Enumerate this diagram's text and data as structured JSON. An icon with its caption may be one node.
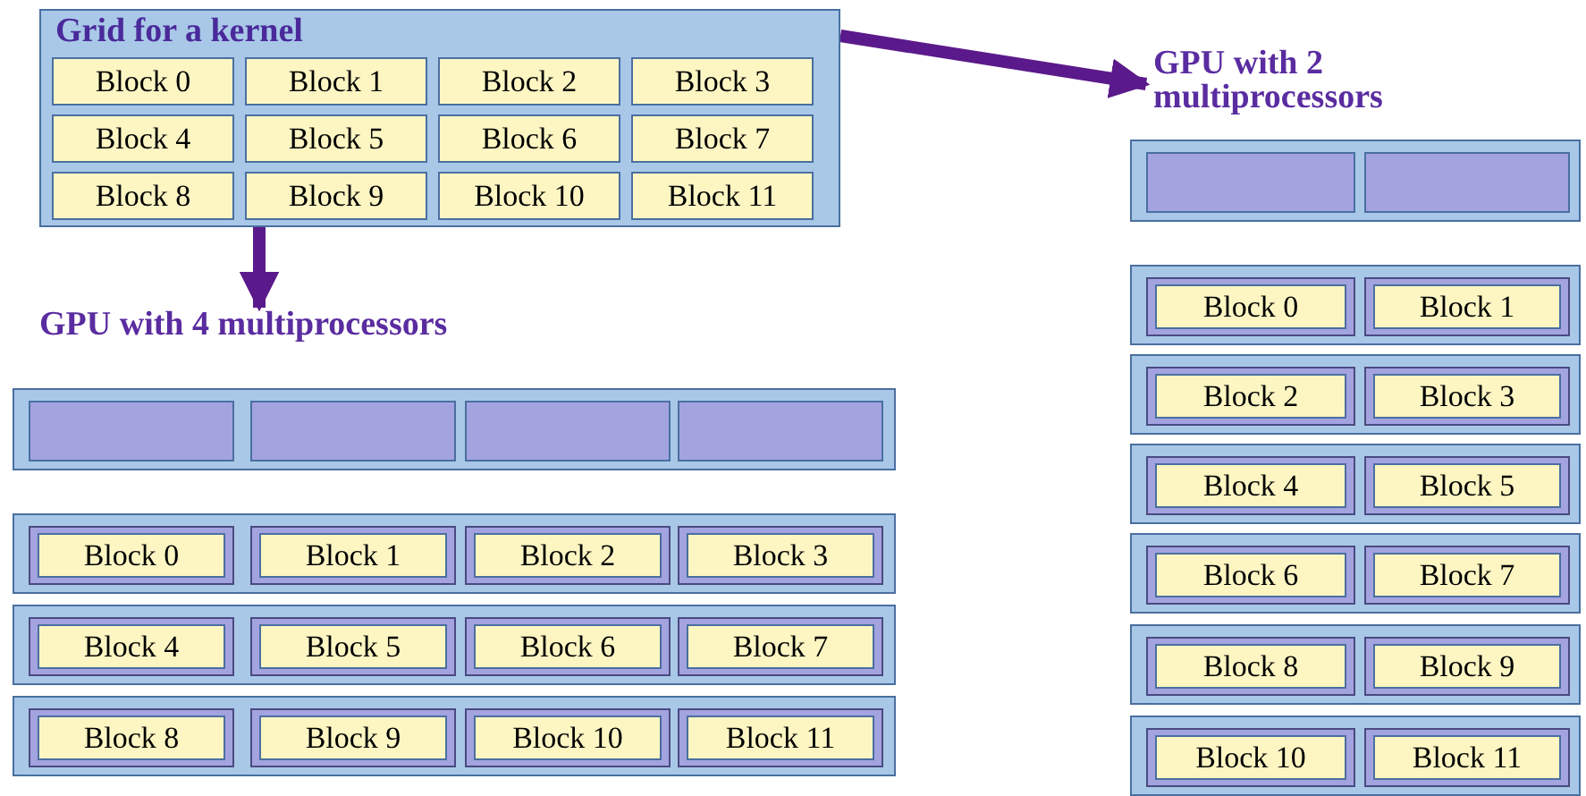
{
  "diagram": {
    "nodes": [
      {
        "text": [
          "Grid for a kernel"
        ]
      },
      {
        "text": [
          "Block 0"
        ],
        "in": 0
      },
      {
        "text": [
          "Block 1"
        ],
        "in": 0
      },
      {
        "text": [
          "Block 2"
        ],
        "in": 0
      },
      {
        "text": [
          "Block 3"
        ],
        "in": 0
      },
      {
        "text": [
          "Block 4"
        ],
        "in": 0
      },
      {
        "text": [
          "Block 5"
        ],
        "in": 0
      },
      {
        "text": [
          "Block 6"
        ],
        "in": 0
      },
      {
        "text": [
          "Block 7"
        ],
        "in": 0
      },
      {
        "text": [
          "Block 8"
        ],
        "in": 0
      },
      {
        "text": [
          "Block 9"
        ],
        "in": 0
      },
      {
        "text": [
          "Block 10"
        ],
        "in": 0
      },
      {
        "text": [
          "Block 11"
        ],
        "in": 0
      },
      {
        "text": [
          "GPU with 4 multiprocessors"
        ]
      },
      {
        "text": [],
        "shape": "box"
      },
      {
        "text": [],
        "shape": "box",
        "in": 14
      },
      {
        "text": [],
        "shape": "box",
        "in": 14
      },
      {
        "text": [],
        "shape": "box",
        "in": 14
      },
      {
        "text": [],
        "shape": "box",
        "in": 14
      },
      {
        "text": [],
        "shape": "box"
      },
      {
        "text": [
          "Block 0"
        ],
        "in": 19
      },
      {
        "text": [
          "Block 1"
        ],
        "in": 19
      },
      {
        "text": [
          "Block 2"
        ],
        "in": 19
      },
      {
        "text": [
          "Block 3"
        ],
        "in": 19
      },
      {
        "text": [],
        "shape": "box"
      },
      {
        "text": [
          "Block 4"
        ],
        "in": 24
      },
      {
        "text": [
          "Block 5"
        ],
        "in": 24
      },
      {
        "text": [
          "Block 6"
        ],
        "in": 24
      },
      {
        "text": [
          "Block 7"
        ],
        "in": 24
      },
      {
        "text": [],
        "shape": "box"
      },
      {
        "text": [
          "Block 8"
        ],
        "in": 29
      },
      {
        "text": [
          "Block 9"
        ],
        "in": 29
      },
      {
        "text": [
          "Block 10"
        ],
        "in": 29
      },
      {
        "text": [
          "Block 11"
        ],
        "in": 29
      },
      {
        "text": [
          "GPU with 2 multiprocessors"
        ]
      },
      {
        "text": [],
        "shape": "box"
      },
      {
        "text": [],
        "shape": "box",
        "in": 35
      },
      {
        "text": [],
        "shape": "box",
        "in": 35
      },
      {
        "text": [],
        "shape": "box"
      },
      {
        "text": [
          "Block 0"
        ],
        "in": 38
      },
      {
        "text": [
          "Block 1"
        ],
        "in": 38
      },
      {
        "text": [],
        "shape": "box"
      },
      {
        "text": [
          "Block 2"
        ],
        "in": 41
      },
      {
        "text": [
          "Block 3"
        ],
        "in": 41
      },
      {
        "text": [],
        "shape": "box"
      },
      {
        "text": [
          "Block 4"
        ],
        "in": 44
      },
      {
        "text": [
          "Block 5"
        ],
        "in": 44
      },
      {
        "text": [],
        "shape": "box"
      },
      {
        "text": [
          "Block 6"
        ],
        "in": 47
      },
      {
        "text": [
          "Block 7"
        ],
        "in": 47
      },
      {
        "text": [],
        "shape": "box"
      },
      {
        "text": [
          "Block 8"
        ],
        "in": 50
      },
      {
        "text": [
          "Block 9"
        ],
        "in": 50
      },
      {
        "text": [],
        "shape": "box"
      },
      {
        "text": [
          "Block 10"
        ],
        "in": 53
      },
      {
        "text": [
          "Block 11"
        ],
        "in": 53
      }
    ],
    "edges": [
      {
        "from": 0,
        "to": 13,
        "arrow": "to"
      },
      {
        "from": 0,
        "to": 34,
        "arrow": "to"
      }
    ]
  }
}
